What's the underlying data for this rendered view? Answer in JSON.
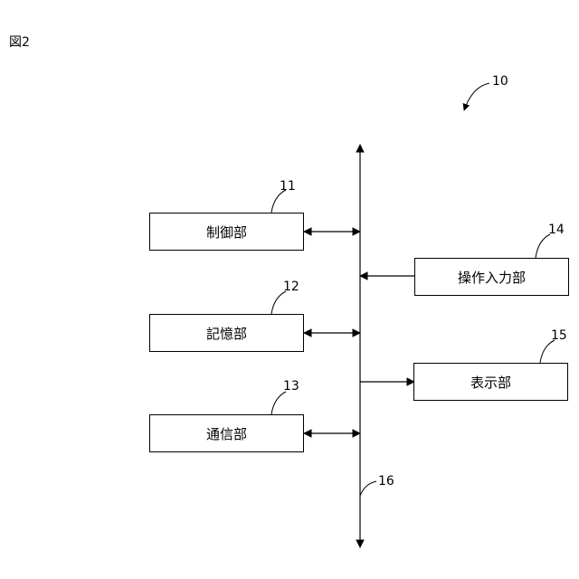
{
  "figure_label": "図2",
  "system_ref": "10",
  "bus_ref": "16",
  "blocks": {
    "control": {
      "label": "制御部",
      "ref": "11"
    },
    "storage": {
      "label": "記憶部",
      "ref": "12"
    },
    "comm": {
      "label": "通信部",
      "ref": "13"
    },
    "input": {
      "label": "操作入力部",
      "ref": "14"
    },
    "display": {
      "label": "表示部",
      "ref": "15"
    }
  }
}
